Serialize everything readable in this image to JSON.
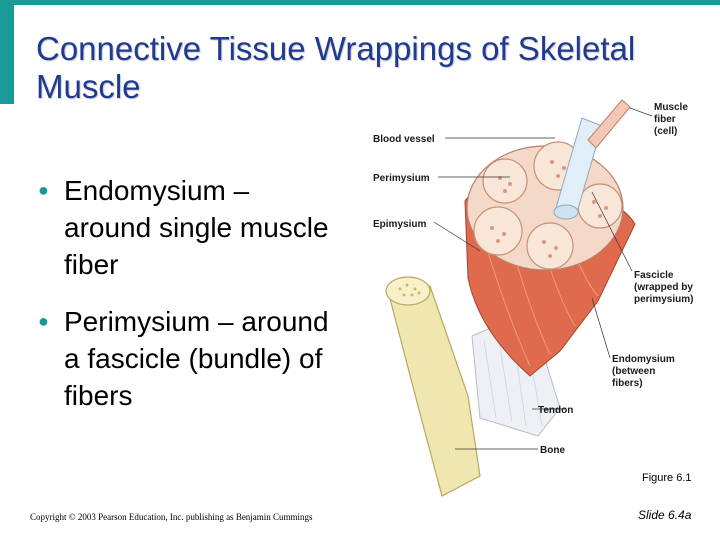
{
  "slide": {
    "title": "Connective Tissue Wrappings of Skeletal Muscle",
    "bullets": [
      "Endomysium – around single muscle fiber",
      "Perimysium – around a fascicle (bundle) of fibers"
    ],
    "figure_caption": "Figure 6.1",
    "copyright": "Copyright © 2003 Pearson Education, Inc. publishing as Benjamin Cummings",
    "slide_number": "Slide 6.4a"
  },
  "diagram": {
    "labels": {
      "muscle_fiber": [
        "Muscle",
        "fiber",
        "(cell)"
      ],
      "blood_vessel": "Blood vessel",
      "perimysium": "Perimysium",
      "epimysium": "Epimysium",
      "fascicle": [
        "Fascicle",
        "(wrapped by",
        "perimysium)"
      ],
      "endomysium": [
        "Endomysium",
        "(between",
        "fibers)"
      ],
      "tendon": "Tendon",
      "bone": "Bone"
    }
  },
  "colors": {
    "accent": "#1a9a96",
    "title": "#1f3a93",
    "muscle": "#e06a4e",
    "tendon": "#eef0f4",
    "bone": "#efe6b0"
  }
}
